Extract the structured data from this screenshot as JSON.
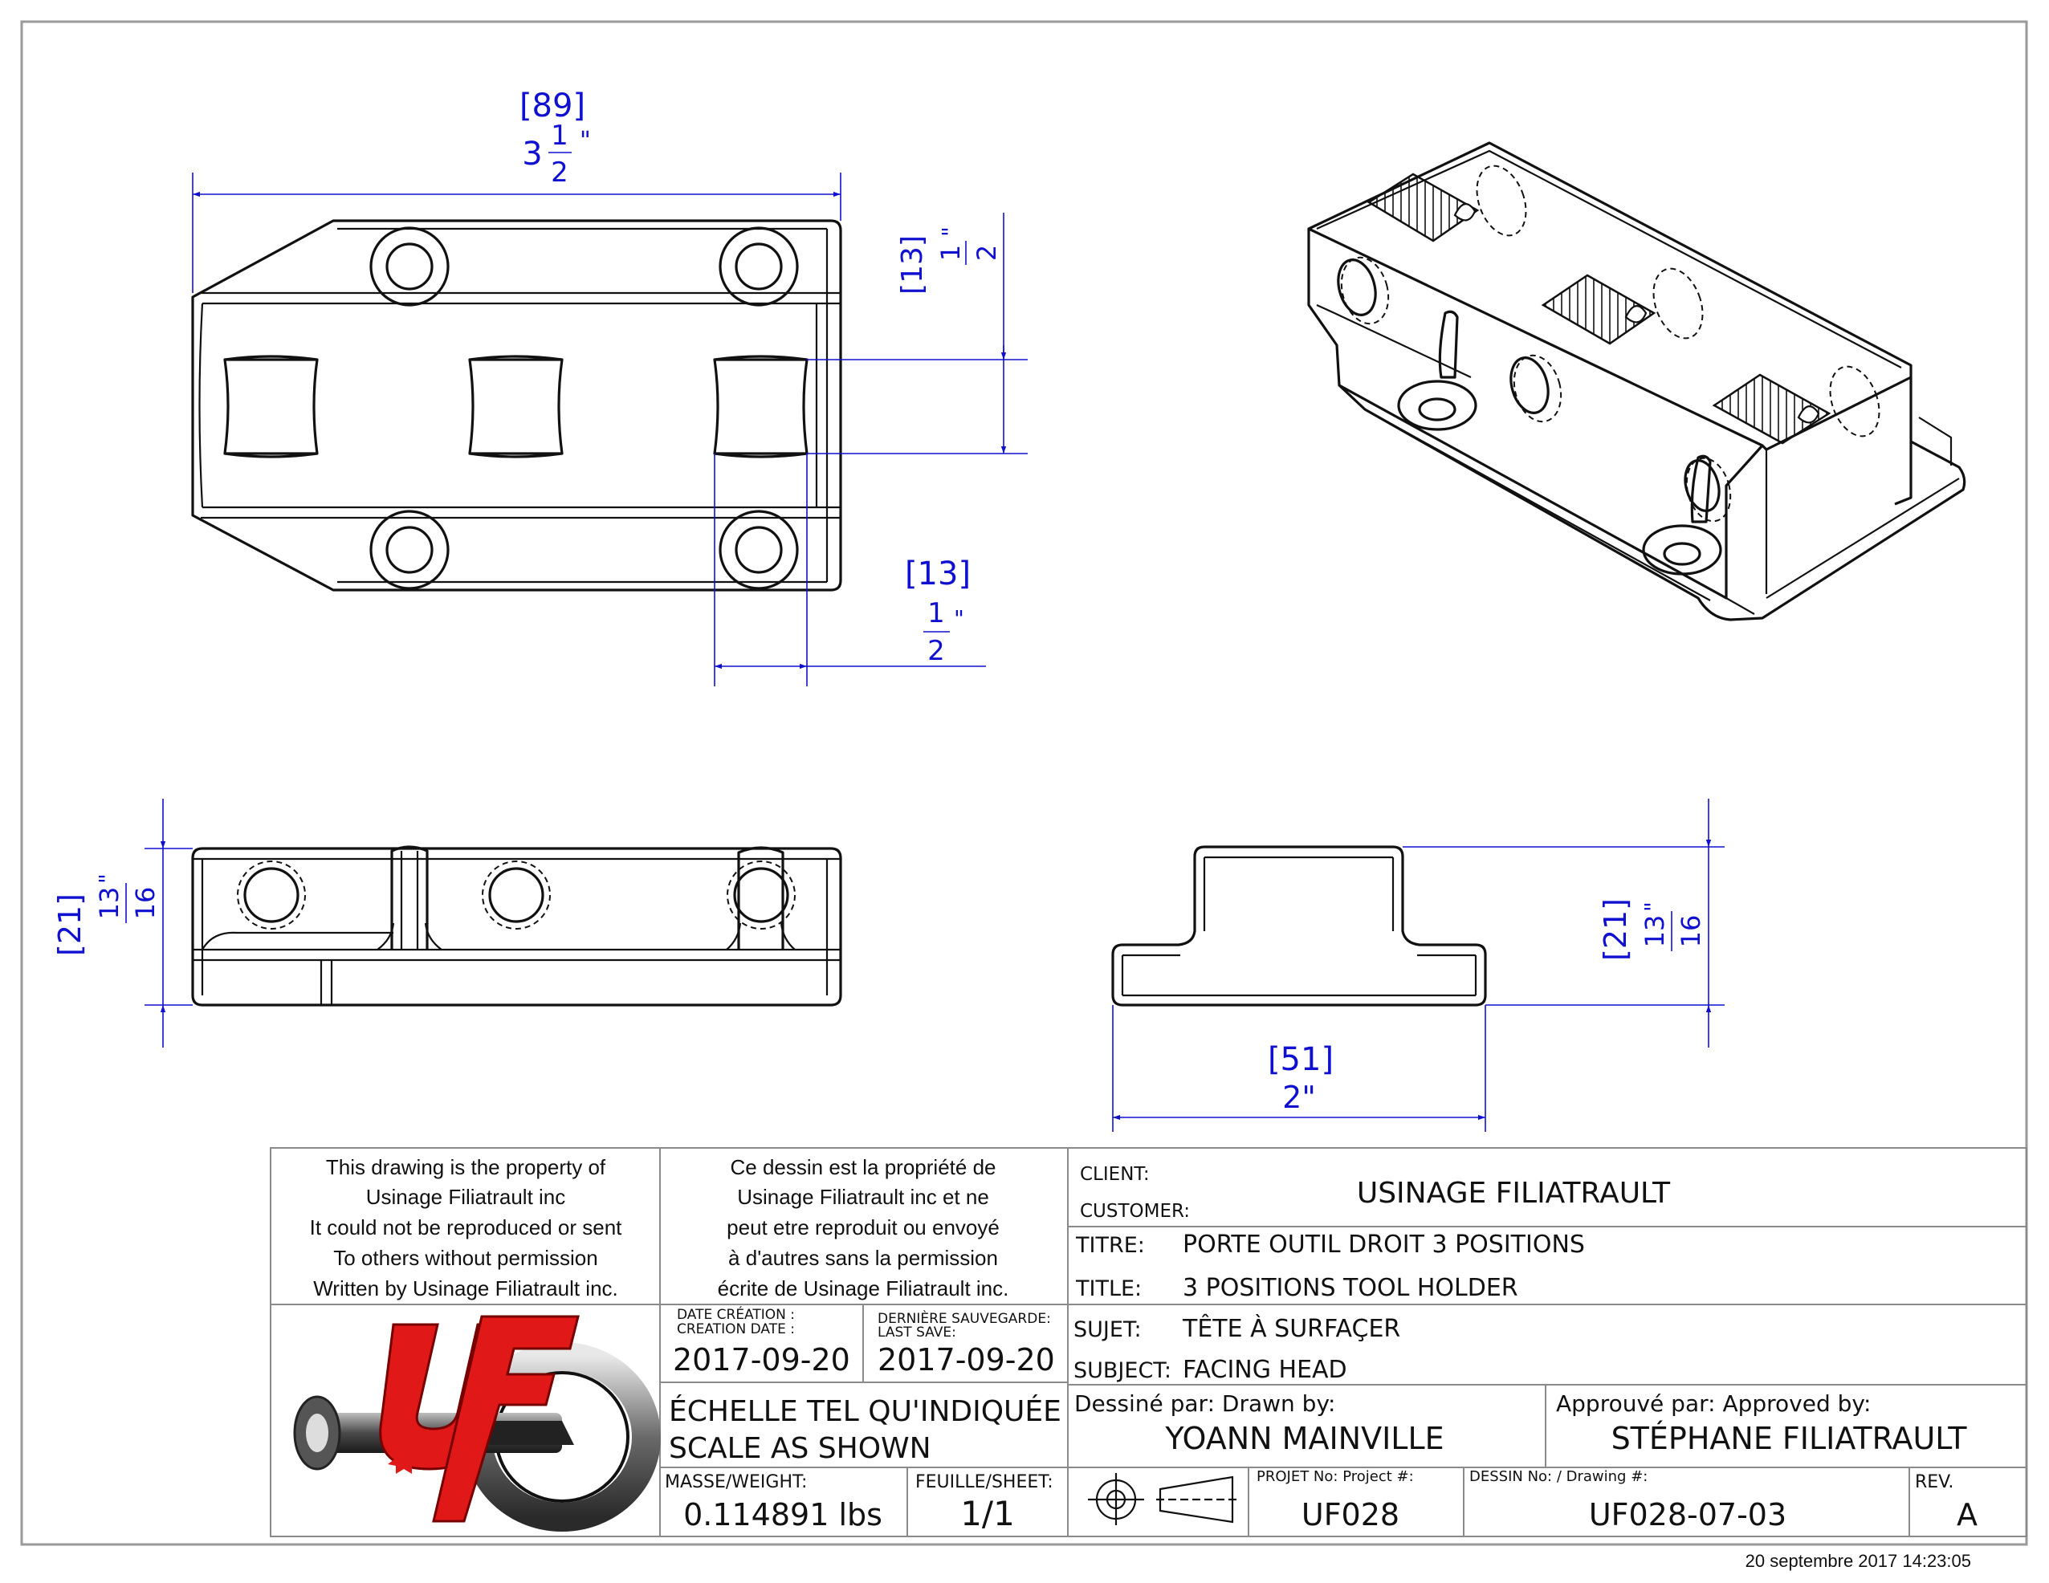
{
  "dimensions": {
    "top_width_mm": "[89]",
    "top_width_in_whole": "3",
    "top_width_in_num": "1",
    "top_width_in_den": "2",
    "top_width_in_unit": "\"",
    "pocket_height_mm": "[13]",
    "pocket_height_in_num": "1",
    "pocket_height_in_unit": "\"",
    "pocket_height_in_den": "2",
    "pocket_width_mm": "[13]",
    "pocket_width_in_num": "1",
    "pocket_width_in_unit": "\"",
    "pocket_width_in_den": "2",
    "front_height_mm": "[21]",
    "front_height_in_num": "13",
    "front_height_in_unit": "\"",
    "front_height_in_den": "16",
    "side_height_mm": "[21]",
    "side_height_in_num": "13",
    "side_height_in_unit": "\"",
    "side_height_in_den": "16",
    "side_width_mm": "[51]",
    "side_width_in": "2\""
  },
  "notice": {
    "english": [
      "This drawing is the property of",
      "Usinage Filiatrault inc",
      "It could not  be reproduced or sent",
      "To others without permission",
      "Written by Usinage Filiatrault inc."
    ],
    "french": [
      "Ce dessin est la propriété de",
      "Usinage Filiatrault inc et ne",
      "peut etre reproduit ou envoyé",
      "à d'autres sans la permission",
      "écrite de Usinage Filiatrault inc."
    ]
  },
  "title_block": {
    "client_label_fr": "CLIENT:",
    "client_label_en": "CUSTOMER:",
    "client_value": "USINAGE FILIATRAULT",
    "titre_label": "TITRE:",
    "titre_value": "PORTE OUTIL DROIT 3 POSITIONS",
    "title_label": "TITLE:",
    "title_value": "3 POSITIONS TOOL HOLDER",
    "sujet_label": "SUJET:",
    "sujet_value": "TÊTE À SURFAÇER",
    "subject_label": "SUBJECT:",
    "subject_value": "FACING HEAD",
    "creation_label_fr": "DATE CRÉATION :",
    "creation_label_en": "CREATION DATE :",
    "creation_value": "2017-09-20",
    "save_label_fr": "DERNIÈRE SAUVEGARDE:",
    "save_label_en": "LAST SAVE:",
    "save_value": "2017-09-20",
    "scale_fr": "ÉCHELLE TEL QU'INDIQUÉE",
    "scale_en": "SCALE AS SHOWN",
    "drawn_label": "Dessiné par: Drawn by:",
    "drawn_value": "YOANN MAINVILLE",
    "approved_label": "Approuvé par: Approved by:",
    "approved_value": "STÉPHANE FILIATRAULT",
    "mass_label": "MASSE/WEIGHT:",
    "mass_value": "0.114891 lbs",
    "sheet_label": "FEUILLE/SHEET:",
    "sheet_value": "1/1",
    "project_label": "PROJET No: Project #:",
    "project_value": "UF028",
    "drawing_label": "DESSIN No: / Drawing #:",
    "drawing_value": "UF028-07-03",
    "rev_label": "REV.",
    "rev_value": "A"
  },
  "logo": {
    "letters": "UF"
  },
  "footer_timestamp": "20 septembre 2017 14:23:05"
}
